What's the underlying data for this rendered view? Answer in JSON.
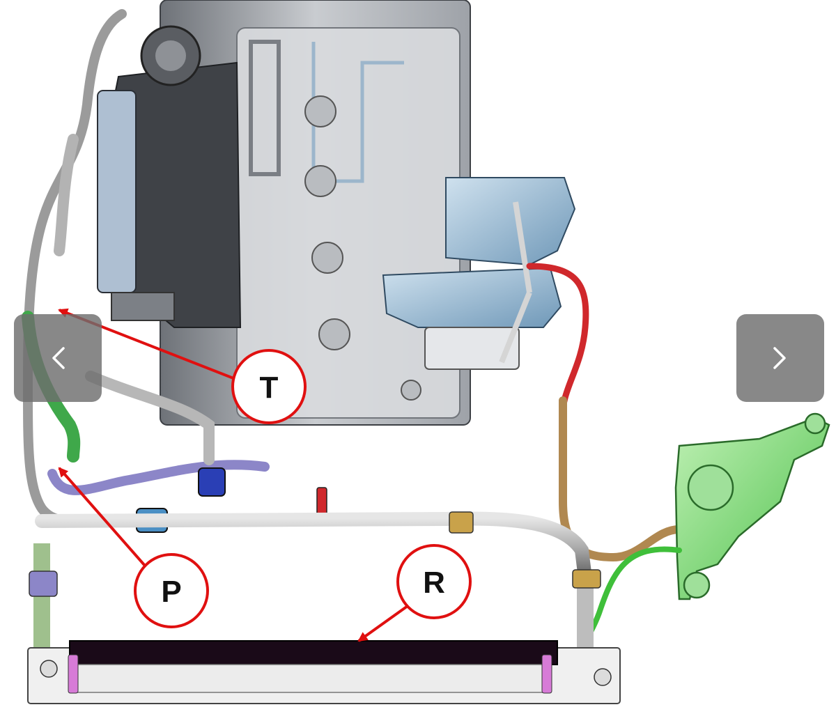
{
  "viewer": {
    "callouts": [
      {
        "id": "T",
        "label": "T"
      },
      {
        "id": "P",
        "label": "P"
      },
      {
        "id": "R",
        "label": "R"
      }
    ],
    "prev_icon": "chevron-left-icon",
    "next_icon": "chevron-right-icon"
  },
  "colors": {
    "callout_red": "#e01010",
    "engine_gray": "#8a8f96",
    "engine_dark": "#3c3f44",
    "turbo_blue": "#8fb3cf",
    "hose_red": "#d0282c",
    "reservoir_green": "#7ed67a",
    "hose_green": "#3fa84a",
    "hose_bronze": "#b08850",
    "hose_purple": "#8c86c8",
    "fitting_blue": "#2a3fb5",
    "radiator_black": "#1a0a18",
    "nav_button": "#6e6e6e"
  }
}
